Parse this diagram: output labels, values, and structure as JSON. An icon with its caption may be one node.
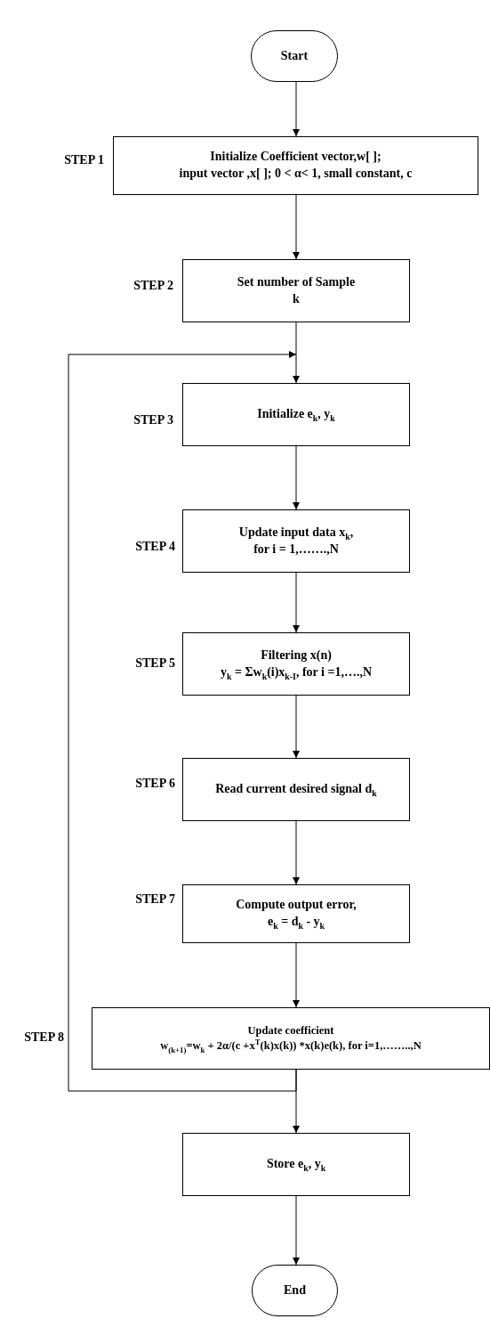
{
  "diagram": {
    "nodes": [
      {
        "text": [
          "Start"
        ]
      },
      {
        "text": [
          "Initialize Coefficient vector,w[ ];",
          "input vector ,x[ ]; 0 < α< 1, small constant, c"
        ],
        "beside": [
          "STEP 1"
        ]
      },
      {
        "text": [
          "Set number of Sample",
          "k"
        ],
        "beside": [
          "STEP 2"
        ]
      },
      {
        "text": [
          "Initialize e$_{k}$, y$_{k}$"
        ],
        "beside": [
          "STEP 3"
        ]
      },
      {
        "text": [
          "Update input data x$_{k}$,",
          "for i = 1,…….,N"
        ],
        "beside": [
          "STEP 4"
        ]
      },
      {
        "text": [
          "Filtering x(n)",
          "y$_{k}$ = Σw$_{k}$(i)x$_{k-I}$, for i =1,….,N"
        ],
        "beside": [
          "STEP 5"
        ]
      },
      {
        "text": [
          "Read current desired signal d$_{k}$"
        ],
        "beside": [
          "STEP 6"
        ]
      },
      {
        "text": [
          "Compute output error,",
          "e$_{k}$ = d$_{k}$ - y$_{k}$"
        ],
        "beside": [
          "STEP 7"
        ]
      },
      {
        "text": [
          "Update coefficient",
          "w$_{(k+1)}$=w$_{k}$ + 2α/(c +x$^{T}$(k)x(k)) *x(k)e(k), for i=1,……..,N"
        ],
        "beside": [
          "STEP 8"
        ]
      },
      {
        "text": [
          "Store e$_{k}$, y$_{k}$"
        ]
      },
      {
        "text": [
          "End"
        ]
      }
    ],
    "edges": [
      {
        "from": 0,
        "to": 1,
        "arrow": "to"
      },
      {
        "from": 1,
        "to": 2,
        "arrow": "to"
      },
      {
        "from": 2,
        "to": 3,
        "arrow": "to"
      },
      {
        "from": 3,
        "to": 4,
        "arrow": "to"
      },
      {
        "from": 4,
        "to": 5,
        "arrow": "to"
      },
      {
        "from": 5,
        "to": 6,
        "arrow": "to"
      },
      {
        "from": 6,
        "to": 7,
        "arrow": "to"
      },
      {
        "from": 7,
        "to": 8,
        "arrow": "to"
      },
      {
        "from": 8,
        "to": 9,
        "arrow": "to"
      },
      {
        "from": 9,
        "to": 10,
        "arrow": "to"
      },
      {
        "from": 8,
        "to": 3,
        "arrow": "to"
      }
    ]
  }
}
